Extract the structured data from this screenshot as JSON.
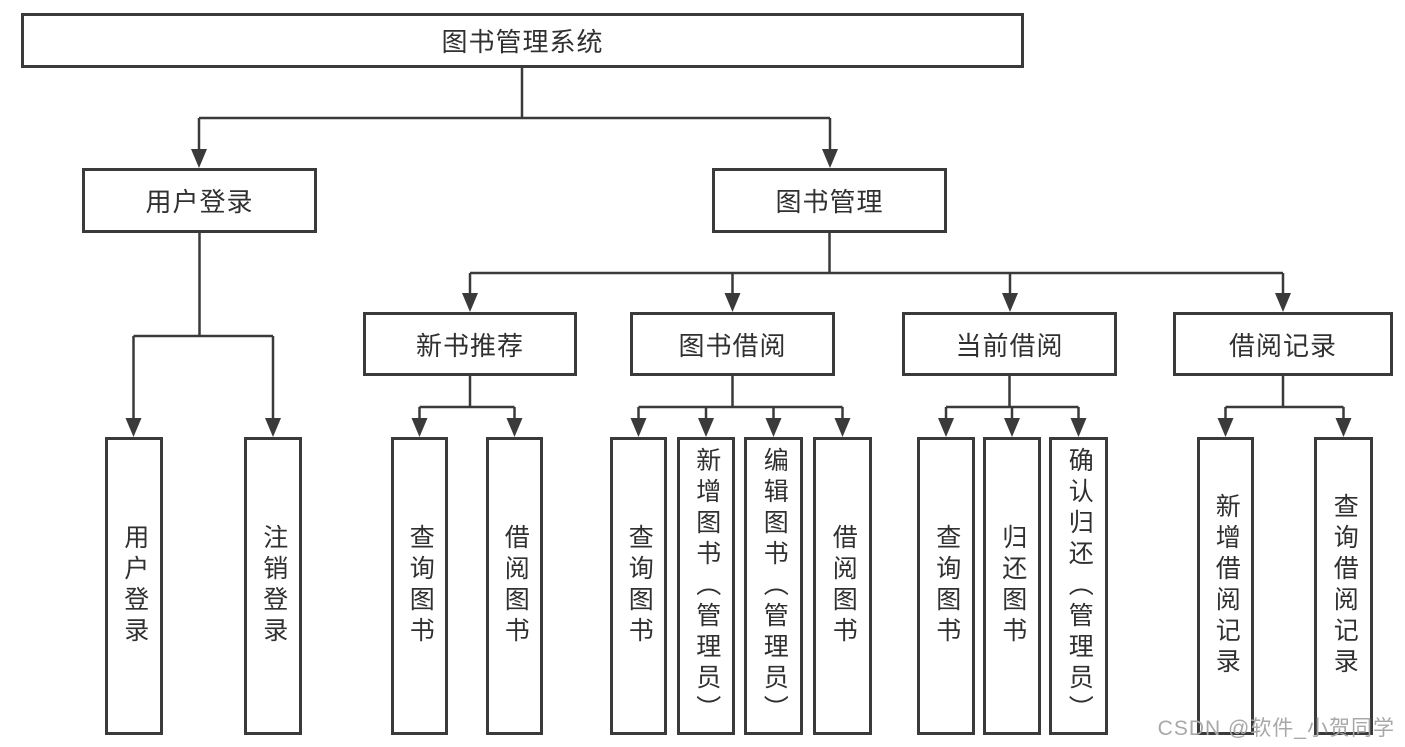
{
  "diagram": {
    "type": "tree",
    "root": {
      "label": "图书管理系统",
      "children": [
        {
          "label": "用户登录",
          "children": [
            {
              "label": "用户登录"
            },
            {
              "label": "注销登录"
            }
          ]
        },
        {
          "label": "图书管理",
          "children": [
            {
              "label": "新书推荐",
              "children": [
                {
                  "label": "查询图书"
                },
                {
                  "label": "借阅图书"
                }
              ]
            },
            {
              "label": "图书借阅",
              "children": [
                {
                  "label": "查询图书"
                },
                {
                  "label": "新增图书（管理员）"
                },
                {
                  "label": "编辑图书（管理员）"
                },
                {
                  "label": "借阅图书"
                }
              ]
            },
            {
              "label": "当前借阅",
              "children": [
                {
                  "label": "查询图书"
                },
                {
                  "label": "归还图书"
                },
                {
                  "label": "确认归还（管理员）"
                }
              ]
            },
            {
              "label": "借阅记录",
              "children": [
                {
                  "label": "新增借阅记录"
                },
                {
                  "label": "查询借阅记录"
                }
              ]
            }
          ]
        }
      ]
    },
    "watermark": "CSDN @软件_小贺同学",
    "colors": {
      "line": "#3a3a3a",
      "text": "#303030",
      "watermark": "#a8a8a8",
      "background": "#ffffff"
    }
  }
}
